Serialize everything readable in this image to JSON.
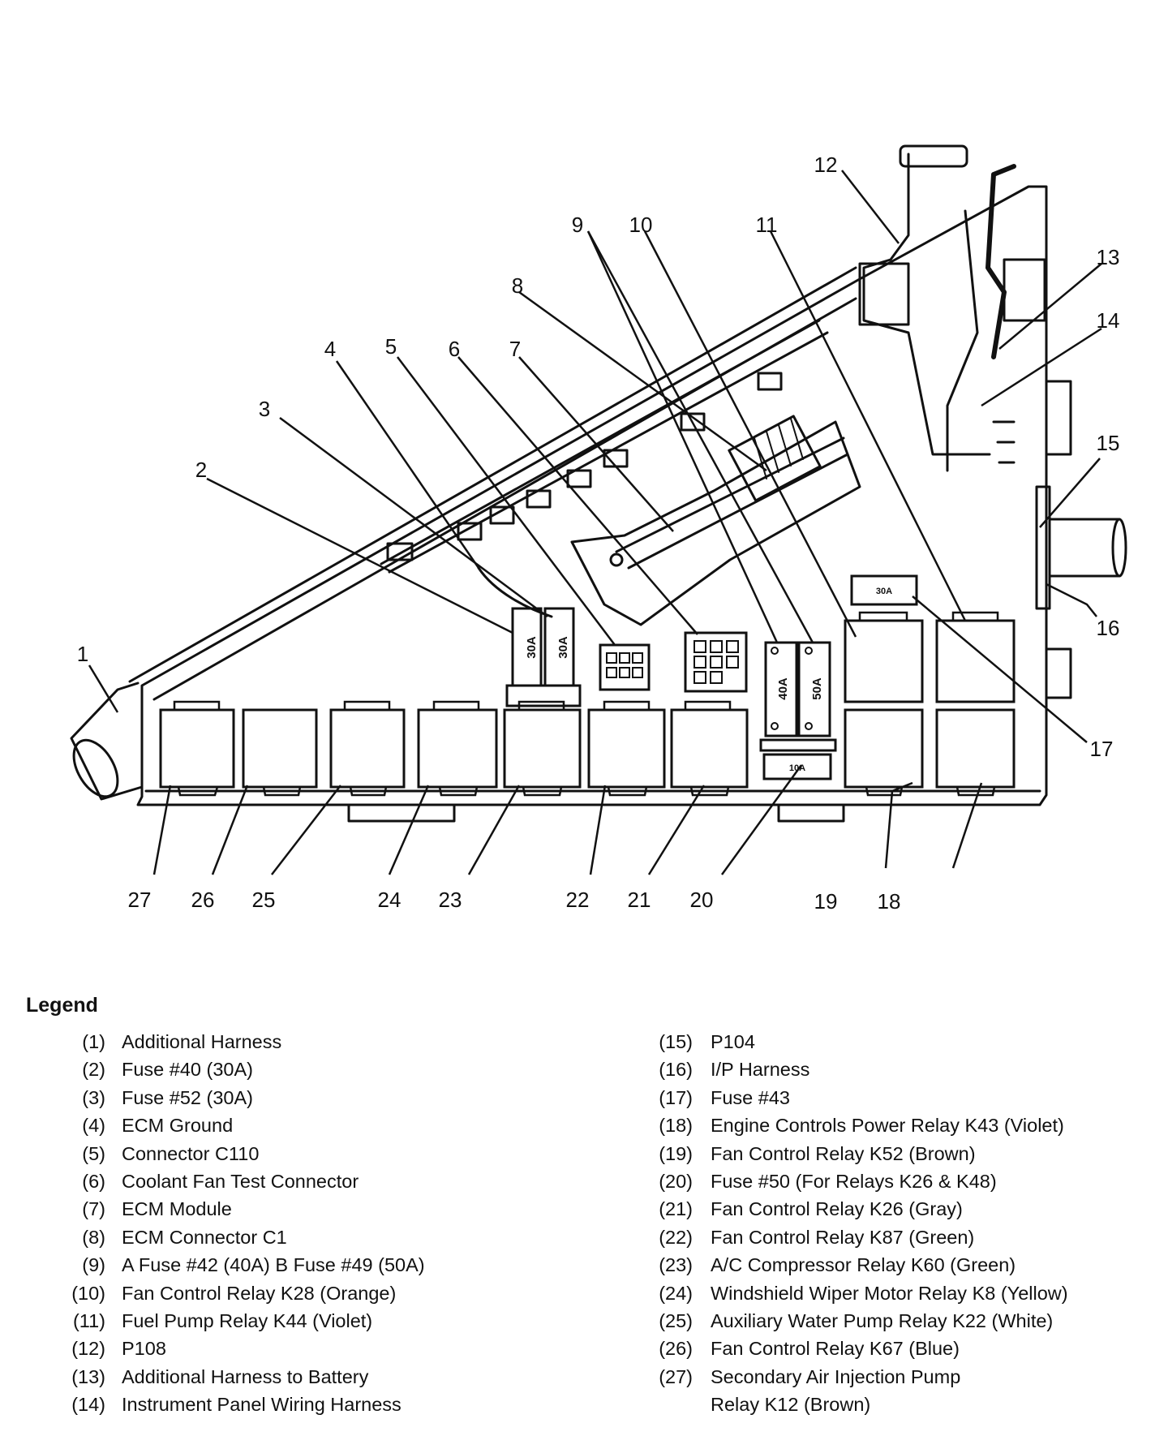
{
  "diagram": {
    "callouts": [
      "1",
      "2",
      "3",
      "4",
      "5",
      "6",
      "7",
      "8",
      "9",
      "10",
      "11",
      "12",
      "13",
      "14",
      "15",
      "16",
      "17",
      "18",
      "19",
      "20",
      "21",
      "22",
      "23",
      "24",
      "25",
      "26",
      "27"
    ],
    "fuse_labels": {
      "fuse_a": "30A",
      "fuse_b": "30A",
      "fuse_c": "40A",
      "fuse_d": "50A",
      "fuse_e": "10A",
      "fuse_f": "30A"
    }
  },
  "legend": {
    "title": "Legend",
    "left": [
      {
        "num": "(1)",
        "text": "Additional Harness"
      },
      {
        "num": "(2)",
        "text": "Fuse #40 (30A)"
      },
      {
        "num": "(3)",
        "text": "Fuse #52 (30A)"
      },
      {
        "num": "(4)",
        "text": "ECM Ground"
      },
      {
        "num": "(5)",
        "text": "Connector C110"
      },
      {
        "num": "(6)",
        "text": "Coolant Fan Test Connector"
      },
      {
        "num": "(7)",
        "text": "ECM Module"
      },
      {
        "num": "(8)",
        "text": "ECM Connector C1"
      },
      {
        "num": "(9)",
        "text": "A Fuse #42 (40A) B Fuse #49 (50A)"
      },
      {
        "num": "(10)",
        "text": "Fan Control Relay K28 (Orange)"
      },
      {
        "num": "(11)",
        "text": "Fuel Pump Relay K44 (Violet)"
      },
      {
        "num": "(12)",
        "text": "P108"
      },
      {
        "num": "(13)",
        "text": "Additional Harness to Battery"
      },
      {
        "num": "(14)",
        "text": "Instrument Panel Wiring Harness"
      }
    ],
    "right": [
      {
        "num": "(15)",
        "text": "P104"
      },
      {
        "num": "(16)",
        "text": "I/P Harness"
      },
      {
        "num": "(17)",
        "text": "Fuse #43"
      },
      {
        "num": "(18)",
        "text": "Engine Controls Power Relay K43 (Violet)"
      },
      {
        "num": "(19)",
        "text": "Fan Control Relay K52 (Brown)"
      },
      {
        "num": "(20)",
        "text": "Fuse #50 (For Relays K26 & K48)"
      },
      {
        "num": "(21)",
        "text": "Fan Control Relay K26 (Gray)"
      },
      {
        "num": "(22)",
        "text": "Fan Control Relay K87 (Green)"
      },
      {
        "num": "(23)",
        "text": "A/C Compressor Relay K60 (Green)"
      },
      {
        "num": "(24)",
        "text": "Windshield Wiper Motor Relay K8 (Yellow)"
      },
      {
        "num": "(25)",
        "text": "Auxiliary Water Pump Relay K22 (White)"
      },
      {
        "num": "(26)",
        "text": "Fan Control Relay K67 (Blue)"
      },
      {
        "num": "(27)",
        "text": "Secondary Air Injection Pump\nRelay K12 (Brown)"
      }
    ]
  }
}
